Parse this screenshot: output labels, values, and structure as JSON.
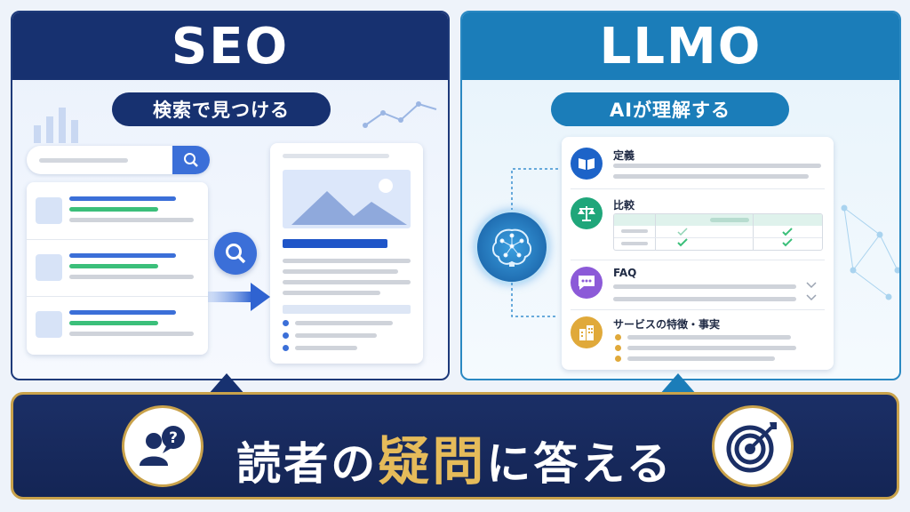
{
  "seo": {
    "title": "SEO",
    "subtitle": "検索で見つける"
  },
  "llmo": {
    "title": "LLMO",
    "subtitle": "AIが理解する",
    "items": [
      {
        "label": "定義",
        "icon": "book-icon"
      },
      {
        "label": "比較",
        "icon": "scale-icon"
      },
      {
        "label": "FAQ",
        "icon": "chat-icon"
      },
      {
        "label": "サービスの特徴・事実",
        "icon": "building-icon"
      }
    ]
  },
  "banner": {
    "text_before": "読者の",
    "text_highlight": "疑問",
    "text_after": "に答える"
  },
  "colors": {
    "seo_header": "#173170",
    "llmo_header": "#1b7db9",
    "gold": "#c9a24b",
    "banner": "#142555"
  }
}
